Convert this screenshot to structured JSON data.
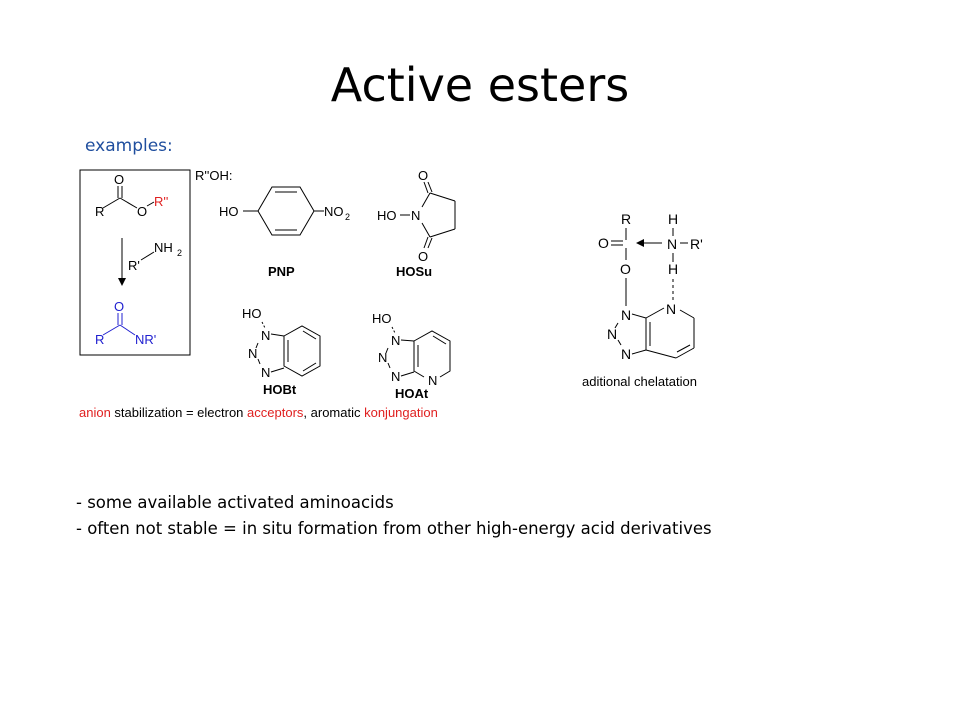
{
  "slide": {
    "title": "Active esters",
    "examples_label": "examples:",
    "bullets": [
      "- some available activated aminoacids",
      "- often not stable = in situ formation from other high-energy acid derivatives"
    ]
  },
  "scheme": {
    "reaction": {
      "reactant_R": "R",
      "reactant_O_carbonyl": "O",
      "reactant_O_ester": "O",
      "reactant_R2": "R''",
      "amine_R1": "R'",
      "amine_NH": "NH",
      "amine_sub": "2",
      "product_R": "R",
      "product_O": "O",
      "product_NR": "NR'"
    },
    "roh_label": "R''OH:",
    "pnp": {
      "ho": "HO",
      "no": "NO",
      "sub": "2",
      "name": "PNP"
    },
    "hosu": {
      "ho": "HO",
      "n": "N",
      "o_top": "O",
      "o_bottom": "O",
      "name": "HOSu"
    },
    "hobt": {
      "ho": "HO",
      "n1": "N",
      "n2": "N",
      "n3": "N",
      "name": "HOBt"
    },
    "hoat": {
      "ho": "HO",
      "n1": "N",
      "n2": "N",
      "n3": "N",
      "n_py": "N",
      "name": "HOAt"
    },
    "chelation": {
      "r": "R",
      "o_carbonyl": "O",
      "o_ester": "O",
      "h_top": "H",
      "n_amine": "N",
      "r1": "R'",
      "h_bottom": "H",
      "n1": "N",
      "n2": "N",
      "n3": "N",
      "n_py": "N",
      "caption": "aditional chelatation"
    },
    "stabilization": {
      "part1": "anion",
      "part2": " stabilization = electron ",
      "part3": "acceptors",
      "part4": ", aromatic ",
      "part5": "konjungation"
    }
  },
  "colors": {
    "title": "#000000",
    "examples": "#1F4E9E",
    "blue": "#2020D0",
    "red": "#E02020",
    "black": "#000000"
  }
}
